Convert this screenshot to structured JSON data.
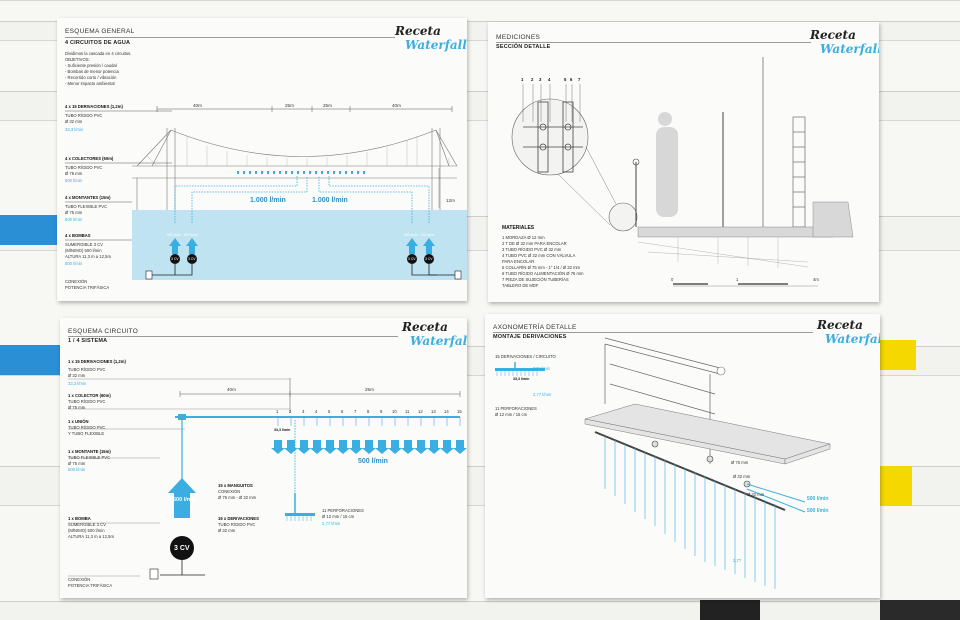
{
  "colors": {
    "accent": "#3aaee0",
    "water": "#bfe3f1",
    "dark": "#222222",
    "board": "#fbfbfa"
  },
  "brand": {
    "line1": "Receta",
    "line2": "Waterfall"
  },
  "p1": {
    "section": "ESQUEMA GENERAL",
    "title": "4 CIRCUITOS DE AGUA",
    "intro": [
      "Dividimos la cascada en 4 circuitos.",
      "OBJETIVOS:",
      "- Suficiente presión / caudal",
      "- Bombas de menor potencia",
      "- Recorrido corto / vibración",
      "- Menor impacto ambiental"
    ],
    "dims": [
      "40m",
      "25m",
      "25m",
      "40m",
      "12m"
    ],
    "legend": {
      "derivaciones": [
        "4 x 15 DERIVACIONES (1,2m)",
        "TUBO RÍGIDO PVC",
        "Ø 32 mm"
      ],
      "derivaciones_flow": "33,3 l/min",
      "colectores": [
        "4 x COLECTORES (60m)",
        "TUBO RÍGIDO PVC",
        "Ø 75 mm"
      ],
      "colectores_flow": "500 l/min",
      "montantes": [
        "4 x MONTANTES (15m)",
        "TUBO FLEXIBLE PVC",
        "Ø 75 mm"
      ],
      "montantes_flow": "500 l/min",
      "bombas": [
        "4 x BOMBAS",
        "SUMERGIBLE 3 CV",
        "(MÍNIMO) 500 l/min",
        "ALTURA 11,3 m a 12,5m"
      ],
      "bombas_flow": "500 l/min",
      "conexion": [
        "CONEXIÓN",
        "POTENCIA TRIFÁSICA"
      ]
    },
    "flow_labels": [
      "1.000 l/min",
      "1.000 l/min"
    ],
    "pump_labels": [
      "500 l/min",
      "500 l/min",
      "500 l/min",
      "500 l/min"
    ],
    "motor_labels": [
      "3 CV",
      "3 CV",
      "3 CV",
      "3 CV"
    ]
  },
  "p2": {
    "section": "MEDICIONES",
    "title": "SECCIÓN DETALLE",
    "callouts": [
      "1",
      "2",
      "3",
      "4",
      "5",
      "6",
      "7"
    ],
    "materials_title": "MATERIALES",
    "materials": [
      "1 MORDAZA Ø 12 mm",
      "2 T DE Ø 32 mm PARA ENCOLAR",
      "3 TUBO RÍGIDO PVC Ø 32 mm",
      "4 TUBO PVC Ø 32 mm CON VÁLVULA",
      "   PARA ENCOLAR",
      "5 COLLARÍN Ø 75 mm - 1\" 1/4 / Ø 32 mm",
      "6 TUBO RÍGIDO ALIMENTACIÓN Ø 75 mm",
      "7 PIEZA DE SUJECIÓN TUBERÍAS",
      "   TABLERO DE MDF"
    ],
    "scale": [
      "0",
      "1",
      "4m"
    ]
  },
  "p3": {
    "section": "ESQUEMA CIRCUITO",
    "title": "1 / 4 SISTEMA",
    "dims": [
      "40m",
      "25m"
    ],
    "legend": {
      "derivaciones": [
        "1 x 15 DERIVACIONES (1,2m)",
        "TUBO RÍGIDO PVC",
        "Ø 32 mm"
      ],
      "derivaciones_flow": "33,3 l/min",
      "colector": [
        "1 x COLECTOR (60m)",
        "TUBO RÍGIDO PVC",
        "Ø 75 mm"
      ],
      "union": [
        "1 x UNIÓN",
        "TUBO RÍGIDO PVC",
        "Y TUBO FLEXIBLE"
      ],
      "montante": [
        "1 x MONTANTE (15m)",
        "TUBO FLEXIBLE PVC",
        "Ø 75 mm"
      ],
      "montante_flow": "500 l/min",
      "bomba": [
        "1 x BOMBA",
        "SUMERGIBLE 3 CV",
        "(MÍNIMO) 500 l/min",
        "ALTURA 11,3 m a 12,5m"
      ],
      "conexion": [
        "CONEXIÓN",
        "POTENCIA TRIFÁSICA"
      ],
      "manguitos": [
        "15 x MANGUITOS",
        "CONEXIÓN",
        "Ø 75 mm - Ø 32 mm"
      ],
      "deriv16": [
        "16 x DERIVACIONES",
        "TUBO RÍGIDO PVC",
        "Ø 32 mm"
      ],
      "perforaciones": [
        "11 PERFORACIONES",
        "Ø 12 mm / 15 cm"
      ],
      "perf_flow": "2,77 l/min"
    },
    "numbers": [
      "1",
      "2",
      "3",
      "4",
      "5",
      "6",
      "7",
      "8",
      "9",
      "10",
      "11",
      "12",
      "13",
      "14",
      "15"
    ],
    "branch_label": "33,3 l/min",
    "main_flow": "500 l/min",
    "pump_up": "500 l/min",
    "motor": "3 CV"
  },
  "p4": {
    "section": "AXONOMETRÍA DETALLE",
    "title": "MONTAJE DERIVACIONES",
    "deriv": "15 DERIVACIONES / CIRCUITO",
    "deriv_flow": "500 l/min",
    "branch_flow": "33,3 l/min",
    "perf": [
      "11 PERFORACIONES",
      "Ø 12 mm / 15 cm"
    ],
    "perf_flow": "2,77 l/min",
    "labels": [
      "Ø 75 mm",
      "Ø 32 mm",
      "Ø 32 mm"
    ],
    "flows": [
      "500 l/min",
      "500 l/min"
    ],
    "drip": "2,77"
  }
}
